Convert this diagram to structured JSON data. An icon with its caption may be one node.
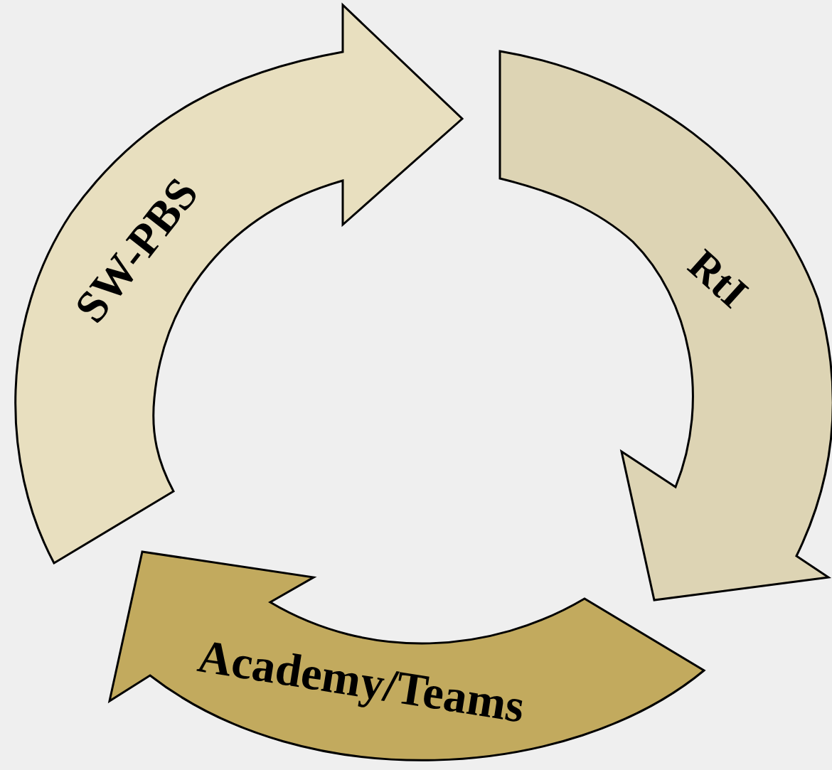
{
  "diagram": {
    "nodes": [
      {
        "text": [
          "SW-PBS"
        ]
      },
      {
        "text": [
          "RtI"
        ]
      },
      {
        "text": [
          "Academy/Teams"
        ]
      }
    ]
  }
}
